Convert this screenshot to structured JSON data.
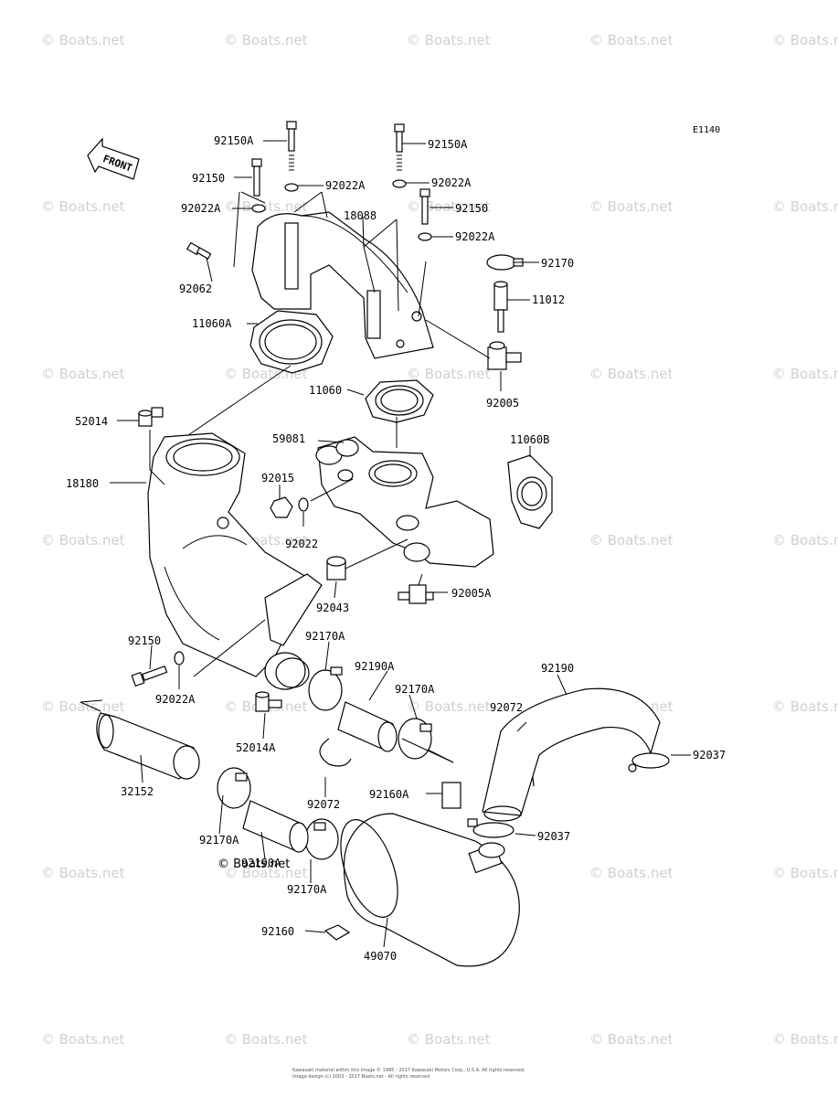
{
  "diagram_code": "E1140",
  "front_label": "FRONT",
  "watermark": "© Boats.net",
  "copyright_lines": [
    "Kawasaki material within this image © 1985 - 2017 Kawasaki Motors Corp., U.S.A. All rights reserved.",
    "Image design (c) 2003 - 2017 Boats.net - All rights reserved"
  ],
  "part_labels": [
    {
      "id": "l01",
      "text": "92150A"
    },
    {
      "id": "l02",
      "text": "92150A"
    },
    {
      "id": "l03",
      "text": "92150"
    },
    {
      "id": "l04",
      "text": "92022A"
    },
    {
      "id": "l05",
      "text": "92022A"
    },
    {
      "id": "l06",
      "text": "92022A"
    },
    {
      "id": "l07",
      "text": "18088"
    },
    {
      "id": "l08",
      "text": "92150"
    },
    {
      "id": "l09",
      "text": "92022A"
    },
    {
      "id": "l10",
      "text": "92170"
    },
    {
      "id": "l11",
      "text": "92062"
    },
    {
      "id": "l12",
      "text": "11012"
    },
    {
      "id": "l13",
      "text": "11060A"
    },
    {
      "id": "l14",
      "text": "92005"
    },
    {
      "id": "l15",
      "text": "11060"
    },
    {
      "id": "l16",
      "text": "52014"
    },
    {
      "id": "l17",
      "text": "59081"
    },
    {
      "id": "l18",
      "text": "11060B"
    },
    {
      "id": "l19",
      "text": "18180"
    },
    {
      "id": "l20",
      "text": "92015"
    },
    {
      "id": "l21",
      "text": "92022"
    },
    {
      "id": "l22",
      "text": "92005A"
    },
    {
      "id": "l23",
      "text": "92043"
    },
    {
      "id": "l24",
      "text": "92150"
    },
    {
      "id": "l25",
      "text": "92170A"
    },
    {
      "id": "l26",
      "text": "92190A"
    },
    {
      "id": "l27",
      "text": "92190"
    },
    {
      "id": "l28",
      "text": "92022A"
    },
    {
      "id": "l29",
      "text": "92170A"
    },
    {
      "id": "l30",
      "text": "92072"
    },
    {
      "id": "l31",
      "text": "52014A"
    },
    {
      "id": "l32",
      "text": "92037"
    },
    {
      "id": "l33",
      "text": "32152"
    },
    {
      "id": "l34",
      "text": "92072"
    },
    {
      "id": "l35",
      "text": "92160A"
    },
    {
      "id": "l36",
      "text": "92037"
    },
    {
      "id": "l37",
      "text": "92170A"
    },
    {
      "id": "l38",
      "text": "92190A"
    },
    {
      "id": "l39",
      "text": "92170A"
    },
    {
      "id": "l40",
      "text": "92160"
    },
    {
      "id": "l41",
      "text": "49070"
    }
  ]
}
